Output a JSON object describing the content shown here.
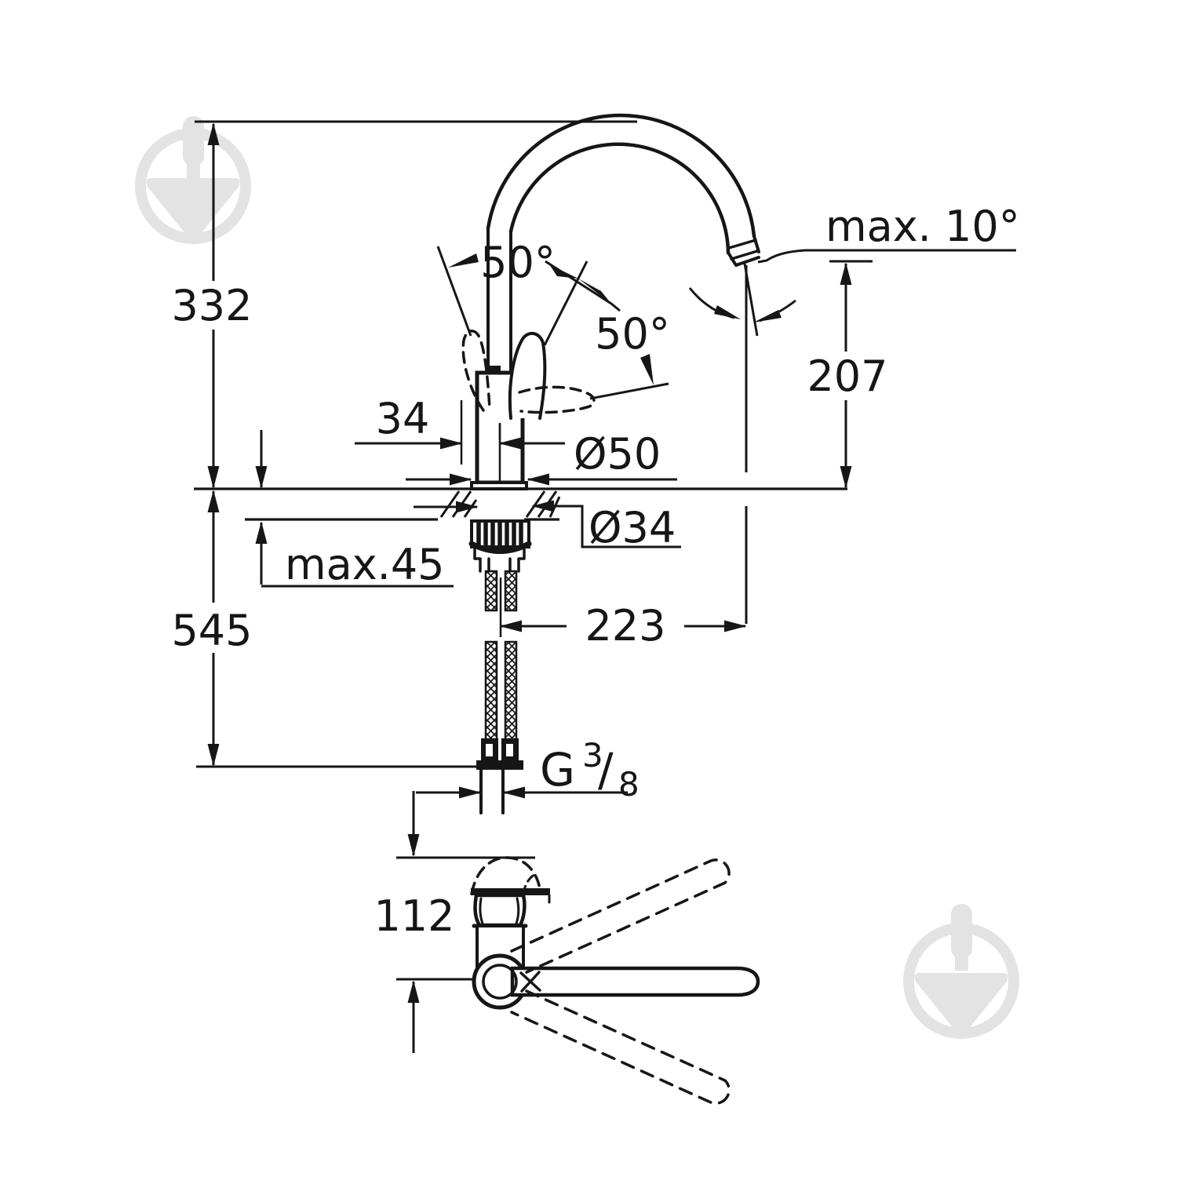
{
  "drawing": {
    "type": "technical-dimension-drawing",
    "subject": "single-lever kitchen mixer tap, side view with installation dimensions and top view of handle swing",
    "colors": {
      "line": "#161616",
      "background": "#ffffff",
      "watermark": "#e3e3e3"
    },
    "dimensions": {
      "height_spout_top": "332",
      "total_height": "545",
      "spout_outlet_height": "207",
      "spout_reach": "223",
      "handle_offset": "34",
      "base_diameter": "Ø50",
      "shank_diameter": "Ø34",
      "max_deck_thickness": "max.45",
      "max_spout_tilt": "max. 10°",
      "handle_swing_upper": "50°",
      "handle_swing_lower": "50°",
      "top_view_depth": "112",
      "thread_letter": "G",
      "thread_numerator": "3",
      "thread_slash": "/",
      "thread_denominator": "8"
    }
  }
}
